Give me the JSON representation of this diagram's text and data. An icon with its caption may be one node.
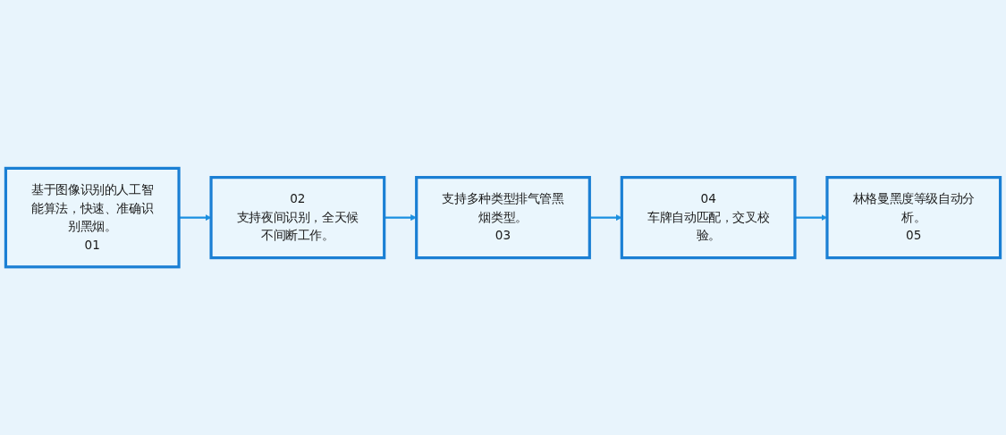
{
  "diagram": {
    "nodes": [
      {
        "text": [
          "基于图像识别的人工智能算法，快速、准确识别黑烟。",
          "01"
        ]
      },
      {
        "text": [
          "02",
          "支持夜间识别，全天候不间断工作。"
        ]
      },
      {
        "text": [
          "支持多种类型排气管黑烟类型。",
          "03"
        ]
      },
      {
        "text": [
          "04",
          "车牌自动匹配，交叉校验。"
        ]
      },
      {
        "text": [
          "林格曼黑度等级自动分析。",
          "05"
        ]
      }
    ],
    "edges": [
      {
        "from": 0,
        "to": 1,
        "arrow": "to"
      },
      {
        "from": 1,
        "to": 2,
        "arrow": "to"
      },
      {
        "from": 2,
        "to": 3,
        "arrow": "to"
      },
      {
        "from": 3,
        "to": 4,
        "arrow": "to"
      }
    ]
  }
}
